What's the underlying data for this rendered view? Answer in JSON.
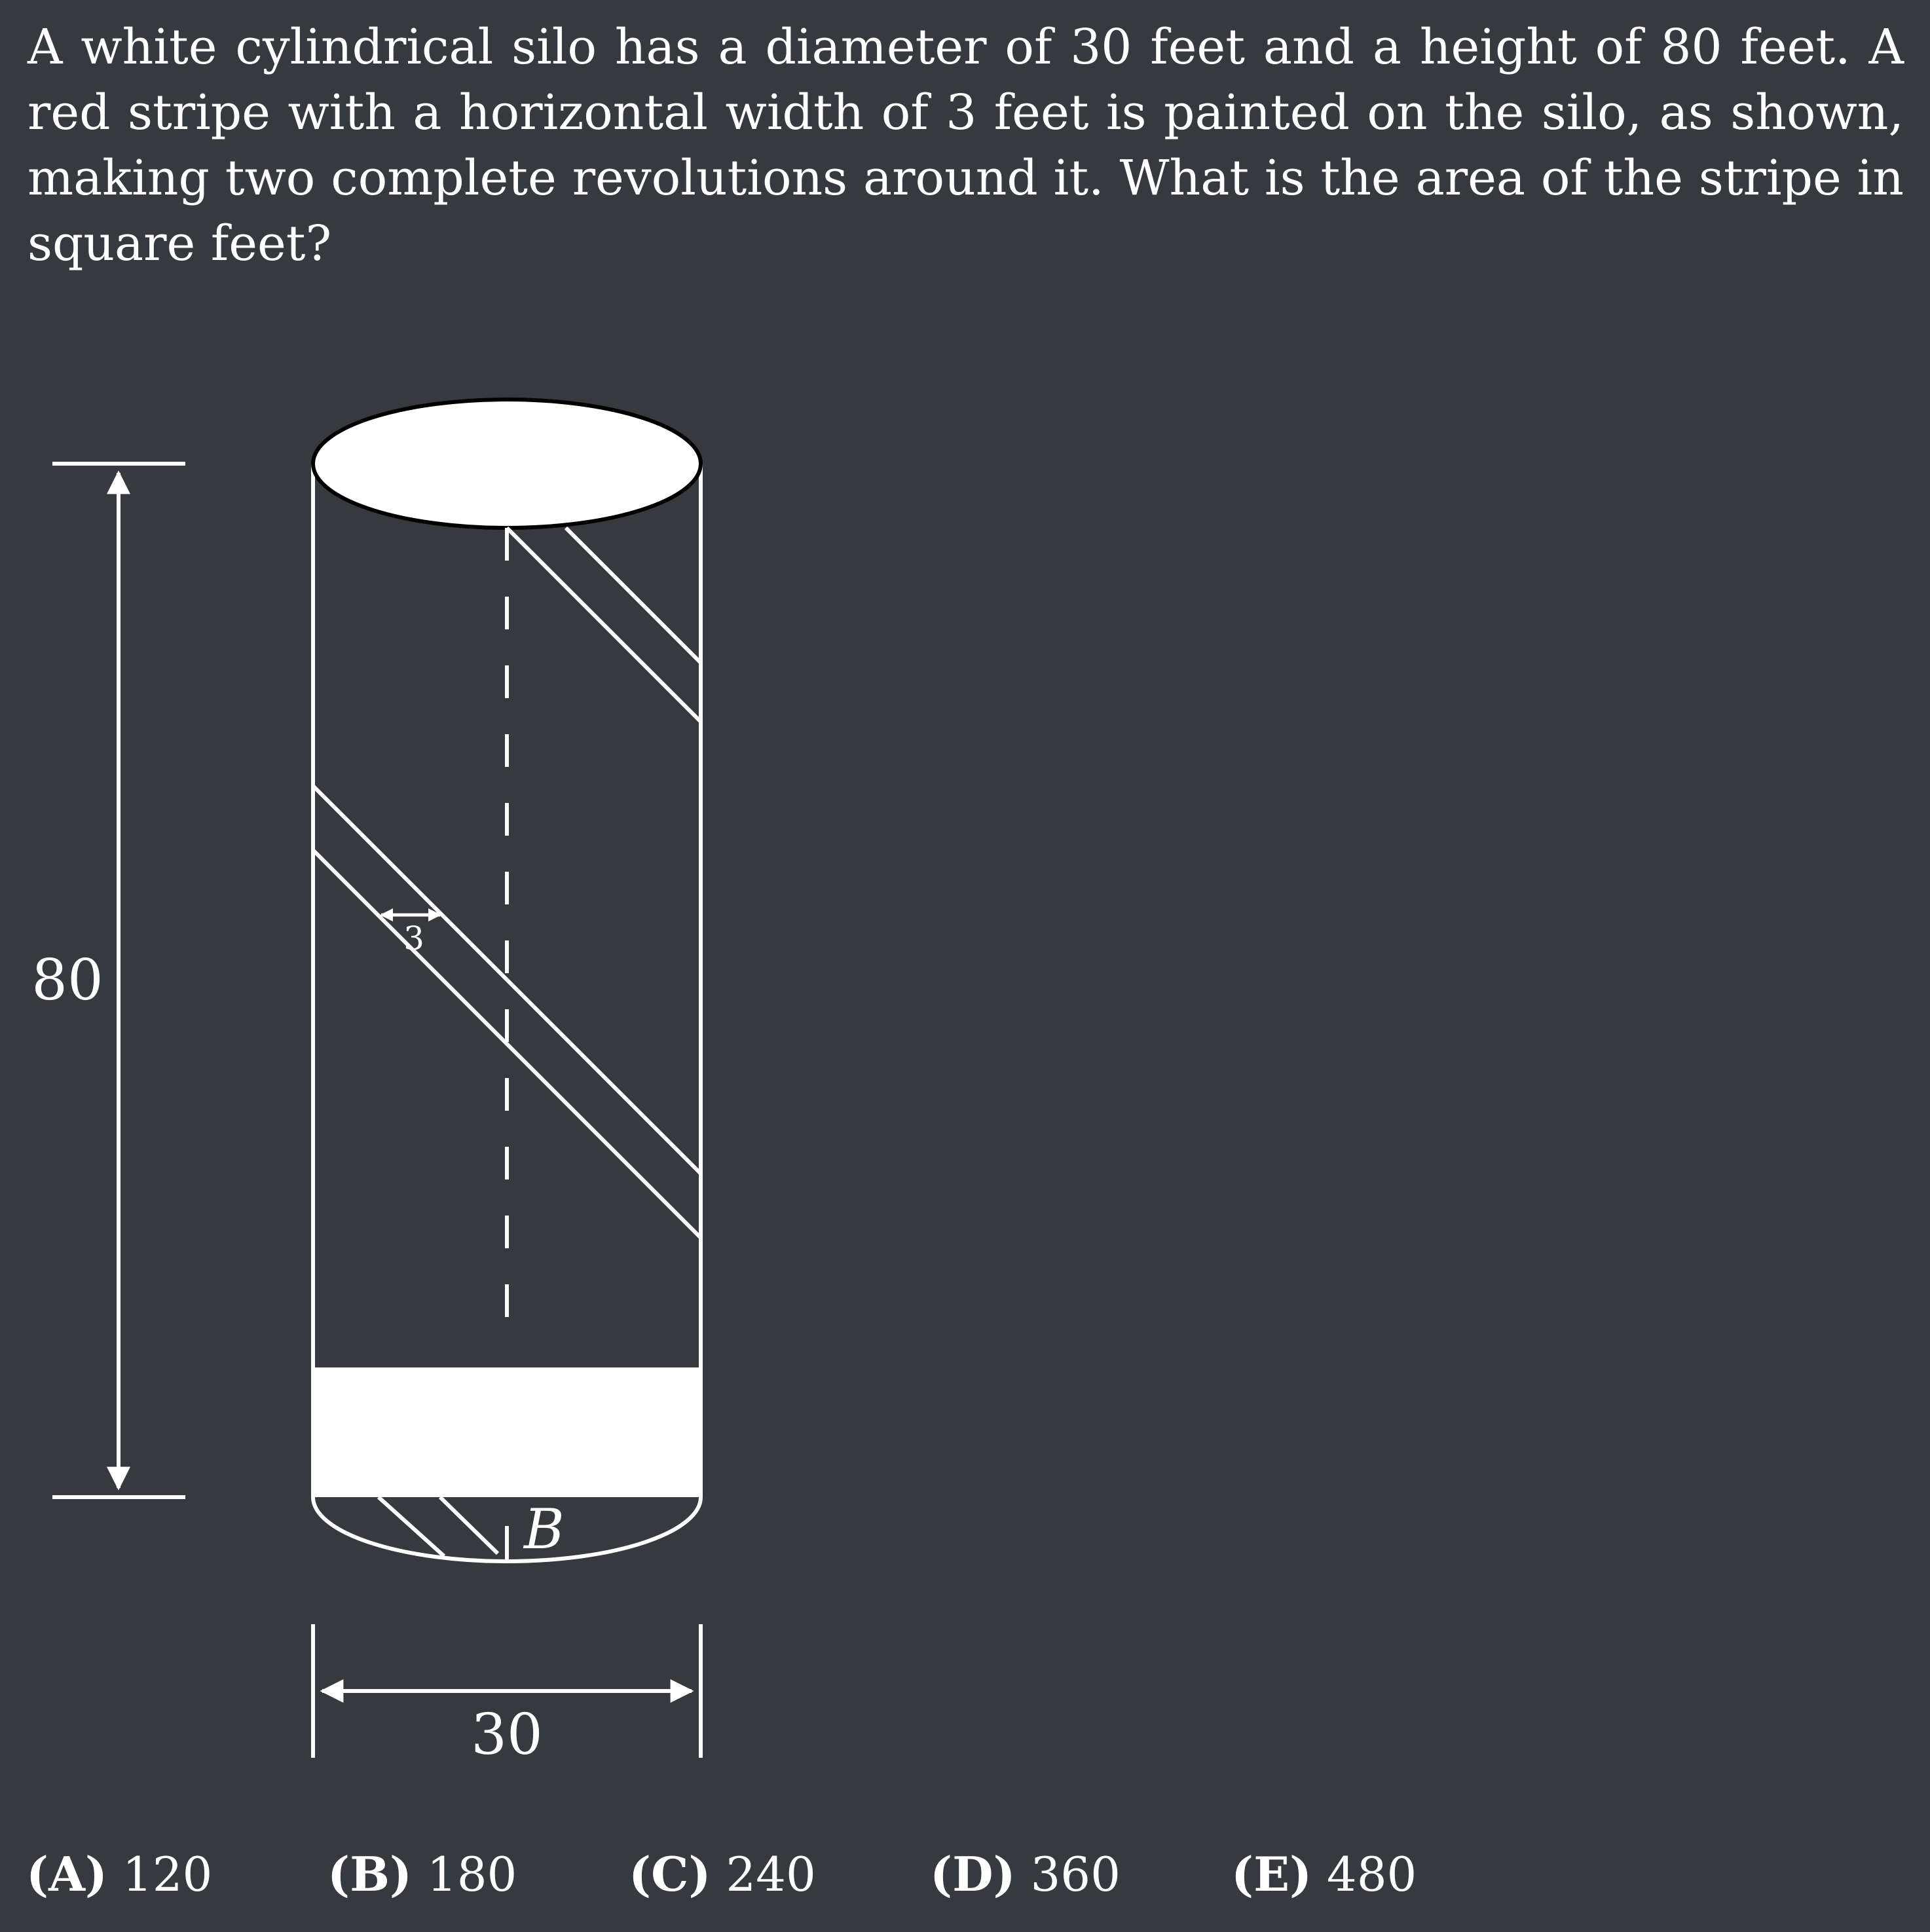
{
  "question": {
    "text": "A white cylindrical silo has a diameter of 30 feet and a height of 80 feet.  A red stripe with a horizontal width of 3 feet is painted on the silo, as shown, making two complete revolutions around it.  What is the area of the stripe in square feet?"
  },
  "figure": {
    "height_label": "80",
    "diameter_label": "30",
    "stripe_width_label": "3",
    "point_label": "B"
  },
  "choices": [
    {
      "letter": "(A)",
      "value": "120"
    },
    {
      "letter": "(B)",
      "value": "180"
    },
    {
      "letter": "(C)",
      "value": "240"
    },
    {
      "letter": "(D)",
      "value": "360"
    },
    {
      "letter": "(E)",
      "value": "480"
    }
  ],
  "colors": {
    "background": "#36393e",
    "foreground": "#ffffff"
  }
}
